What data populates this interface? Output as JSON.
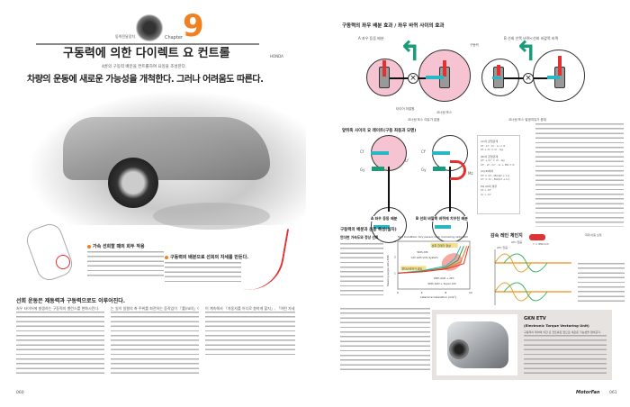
{
  "left_page": {
    "series_label": "동력전달장치",
    "chapter_label": "Chapter",
    "chapter_number": "9",
    "title": "구동력에 의한 다이렉트 요 컨트롤",
    "title_tag": "HONDA",
    "subtitle": "4륜의 구동력 배분을 컨트롤하여 요잉을 조성한다.",
    "headline": "차량의 운동에 새로운 가능성을 개척한다. 그러나 어려움도 따른다.",
    "caption_1_title": "가속 선회할 때의 회두 작용",
    "caption_2_title": "구동력의 배분으로 선회의 자세를 만든다.",
    "section_heading": "선회 운동은 제동력과 구동력으로도 이루어진다.",
    "col1_start": "처우 타이어에 발생하는 구동력의 밸런스를 변화시킨다.",
    "col2_start": "는 일이 일렬의 축 주위를 회전하는 움직임이 「롤(roll)」이고",
    "col3_start": "이 계속해서 「자동차를 어디로 향하게 할지」, 「어떤 자세」",
    "page_number": "060"
  },
  "right_page": {
    "diagram_title": "구동력의 좌우 배분 효과 / 좌우 바퀴 사이의 효과",
    "diag_a_label": "A 좌우 등등 배분",
    "diag_b_label": "B 선회 안쪽 바퀴<선회 바깥쪽 바퀴",
    "label_driving_force": "구동력",
    "label_tire_friction": "타이어 마찰원",
    "label_cornering_force": "코너링 포스",
    "caption_a": "코너링 포스 여유가 없음",
    "caption_b": "코너링 포스 발생여유가 증대",
    "diagram2_title": "앞뒤축 사이의 요 레이트(구동 좌동과 모멘)",
    "diagram2_labels": [
      "Cf",
      "Gy",
      "Lf",
      "Cf'",
      "Gy",
      "Mz"
    ],
    "diag2_a_label": "A 좌우 등등 배분",
    "diag2_b_label": "B 선회 바깥쪽 바퀴에 치우친 배분",
    "equations": [
      "(A)의 균형관계",
      "Cf · Lf - Cr · Lr = 0",
      "Cf + Cr = m · Gy",
      "(B)의 균형관계",
      "Cf' + Cr' = m · Gy",
      "Cf' · Lf - Cr' · Lr + Mz = 0",
      "(A)(B)에서",
      "Cf' = Cf - Mz/(Lf + Lr)",
      "Cr' = Cr - Mz/(Lf + Lr)",
      "Mz 20의 경우",
      "Cf > Cf'",
      "Cr > Cr'"
    ],
    "chart_title": "구동력의 배분과 운동 특성(실차)",
    "chart_subtitle": "언더펀 가속도와 정상 선회",
    "lane_title": "감속 레인 체인지",
    "lane_labels": [
      "ATC 없음",
      "ATC 있음",
      "Y = 88km/h",
      "최대 이동 보정"
    ],
    "gkn_title": "GKN ETV",
    "gkn_subtitle": "(Electronic Torque Vectoring Unit)",
    "gkn_text": "구동력의 제어에 의한 요 컨트롤은 앞으로 새로운 가능성을 열어준다.",
    "footer_brand": "MotorFan",
    "page_number": "061"
  },
  "chart_data": {
    "type": "line",
    "title": "Test Condition: Dry paved road, Cornering radii 30m",
    "xlabel": "Lateral acceleration (m/s²)",
    "ylabel": "Steering angle ratio δ/δ0",
    "xlim": [
      0,
      12
    ],
    "ylim": [
      0,
      3
    ],
    "x_ticks": [
      "0",
      "4",
      "8",
      "12"
    ],
    "y_ticks": [
      "1",
      "2",
      "3"
    ],
    "annotations": [
      "선회 한계가 향상",
      "언더스티어가 감소"
    ],
    "series": [
      {
        "name": "With ATC",
        "color": "#2ab7c4",
        "x": [
          0,
          4,
          8,
          9.5,
          10.5
        ],
        "y": [
          1.0,
          1.15,
          1.45,
          1.9,
          2.7
        ]
      },
      {
        "name": "C/D with VCG System",
        "color": "#2a9a4a",
        "x": [
          0,
          4,
          8,
          10,
          11
        ],
        "y": [
          1.0,
          1.12,
          1.35,
          1.8,
          2.7
        ]
      },
      {
        "name": "With ACD + ATC",
        "color": "#e57a20",
        "x": [
          0,
          4,
          8,
          10.5,
          11.5
        ],
        "y": [
          1.0,
          1.1,
          1.3,
          1.7,
          2.7
        ]
      },
      {
        "name": "With ACD + Super AYC",
        "color": "#e53030",
        "x": [
          0,
          4,
          8,
          11,
          11.8
        ],
        "y": [
          1.0,
          1.08,
          1.25,
          1.6,
          2.7
        ]
      }
    ]
  }
}
